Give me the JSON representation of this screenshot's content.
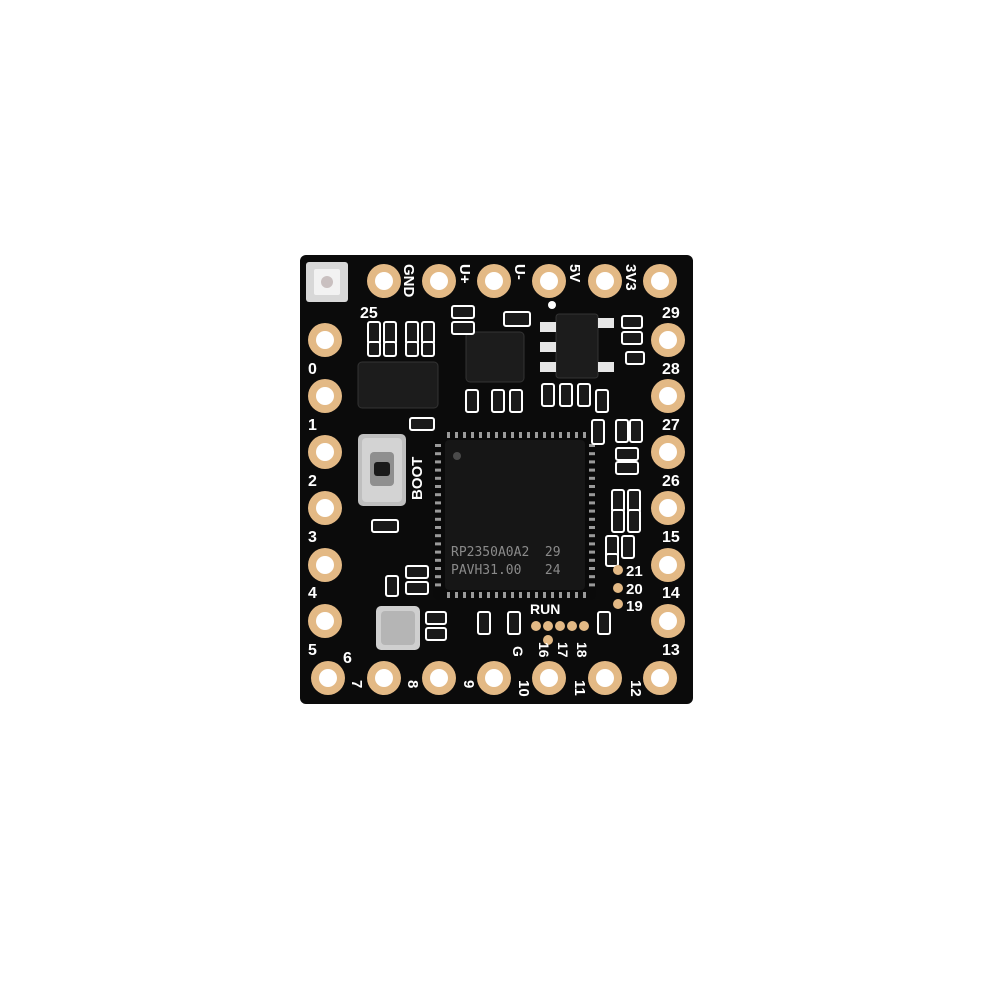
{
  "colors": {
    "background": "#ffffff",
    "board": "#0b0b0b",
    "pad_gold": "#e3b985",
    "silkscreen": "#ffffff",
    "chip": "#161616",
    "component": "#1a1a1a",
    "button_metal": "#c9c9c9",
    "led": "#d6d6d6"
  },
  "board": {
    "top_labels": [
      "GND",
      "U+",
      "U-",
      "5V",
      "3V3"
    ],
    "left_labels": [
      "25",
      "0",
      "1",
      "2",
      "3",
      "4",
      "5",
      "6"
    ],
    "right_labels": [
      "29",
      "28",
      "27",
      "26",
      "15",
      "14",
      "13"
    ],
    "bottom_labels": [
      "7",
      "8",
      "9",
      "10",
      "11",
      "12"
    ],
    "inner_right_labels": [
      "21",
      "20",
      "19"
    ],
    "test_pad_labels": [
      "RUN",
      "G",
      "16",
      "17",
      "18"
    ],
    "boot_label": "BOOT",
    "mcu": {
      "marking_line1": "RP2350A0A2  29",
      "marking_line2": "PAVH31.00   24"
    }
  }
}
